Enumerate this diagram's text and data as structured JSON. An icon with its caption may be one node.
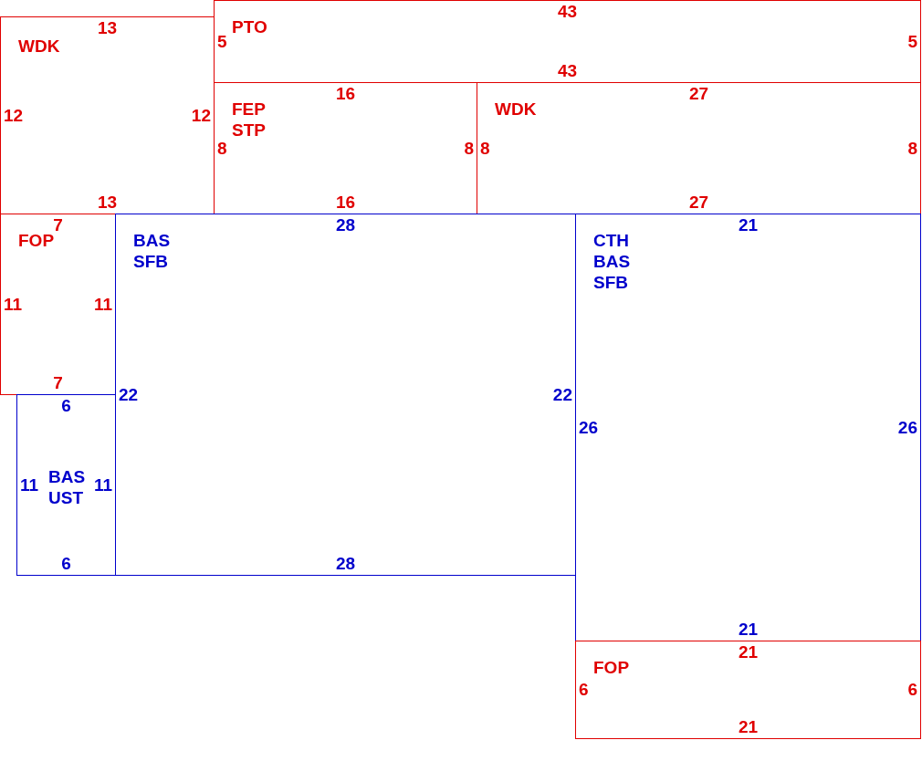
{
  "diagram": {
    "nodes": [
      {
        "text": [
          "WDK",
          "13",
          "12",
          "12",
          "13"
        ]
      },
      {
        "text": [
          "PTO",
          "43",
          "5",
          "5",
          "43"
        ]
      },
      {
        "text": [
          "FEP",
          "STP",
          "16",
          "8",
          "8",
          "16"
        ]
      },
      {
        "text": [
          "WDK",
          "27",
          "8",
          "8",
          "27"
        ]
      },
      {
        "text": [
          "FOP",
          "7",
          "11",
          "11",
          "7"
        ]
      },
      {
        "text": [
          "BAS",
          "SFB",
          "28",
          "22",
          "22",
          "28"
        ]
      },
      {
        "text": [
          "CTH",
          "BAS",
          "SFB",
          "21",
          "26",
          "26",
          "21"
        ]
      },
      {
        "text": [
          "BAS",
          "UST",
          "6",
          "11",
          "11",
          "6"
        ]
      },
      {
        "text": [
          "FOP",
          "21",
          "6",
          "6",
          "21"
        ]
      }
    ]
  }
}
